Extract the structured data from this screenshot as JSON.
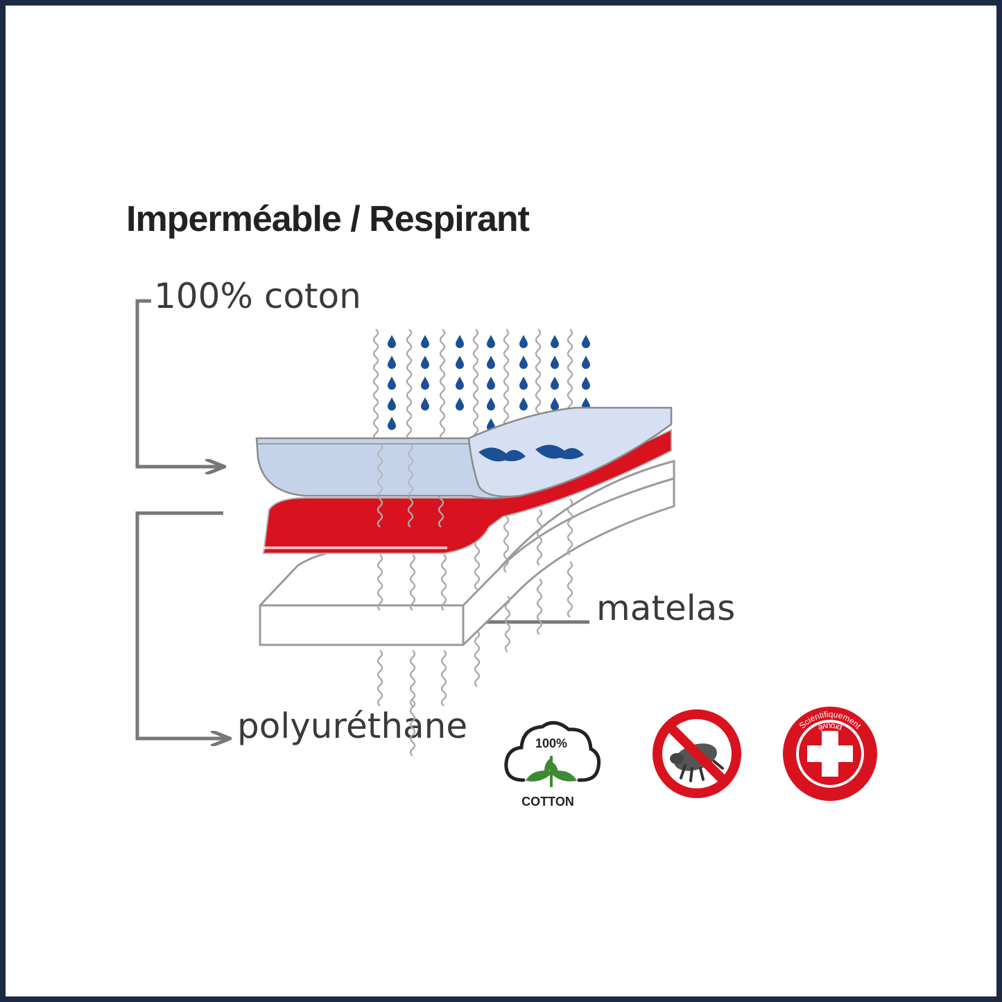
{
  "title": "Imperméable / Respirant",
  "labels": {
    "coton": "100% coton",
    "matelas": "matelas",
    "polyurethane": "polyuréthane"
  },
  "badges": {
    "cotton_percent": "100%",
    "cotton_word": "COTTON",
    "seal_text_top": "Scientifiquement",
    "seal_text_bottom": "prouvé"
  },
  "icons": [
    "cotton-badge-icon",
    "anti-mite-icon",
    "medical-seal-icon"
  ],
  "colors": {
    "frame": "#1c2a44",
    "cotton_layer": "#c5d3ea",
    "membrane_layer": "#d9121f",
    "mattress_layer": "#ffffff",
    "arrows": "#777777",
    "water_drops": "#1b4f96",
    "badge_red": "#d9121f",
    "badge_green": "#3d8a35"
  }
}
